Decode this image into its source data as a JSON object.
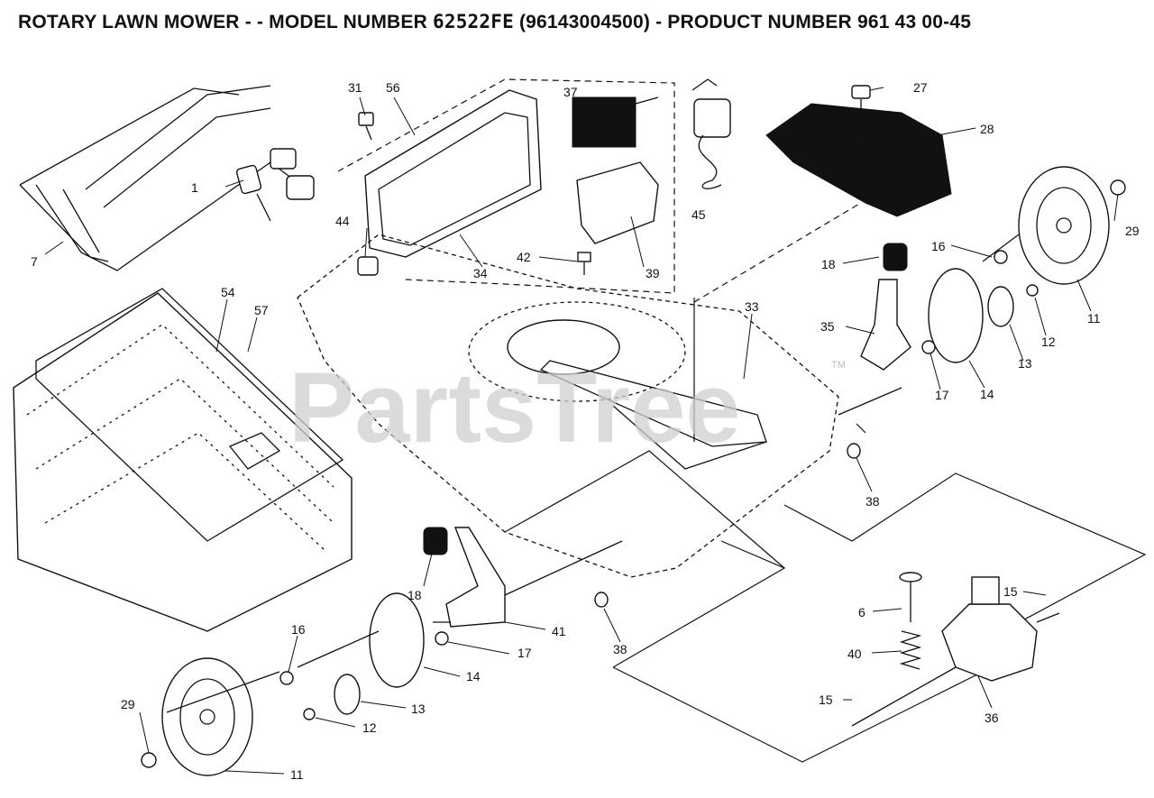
{
  "header": {
    "title_prefix": "ROTARY LAWN MOWER - - MODEL NUMBER ",
    "model": "62522FE",
    "title_suffix": " (96143004500) - PRODUCT NUMBER 961 43 00-45"
  },
  "watermark": {
    "text": "PartsTree",
    "mark": "TM"
  },
  "callouts": [
    "1",
    "7",
    "31",
    "56",
    "37",
    "45",
    "27",
    "28",
    "29",
    "16",
    "18",
    "44",
    "34",
    "42",
    "39",
    "54",
    "57",
    "33",
    "35",
    "11",
    "12",
    "13",
    "14",
    "17",
    "38",
    "18",
    "41",
    "17",
    "38",
    "16",
    "14",
    "29",
    "13",
    "12",
    "11",
    "6",
    "15",
    "40",
    "15",
    "36"
  ]
}
